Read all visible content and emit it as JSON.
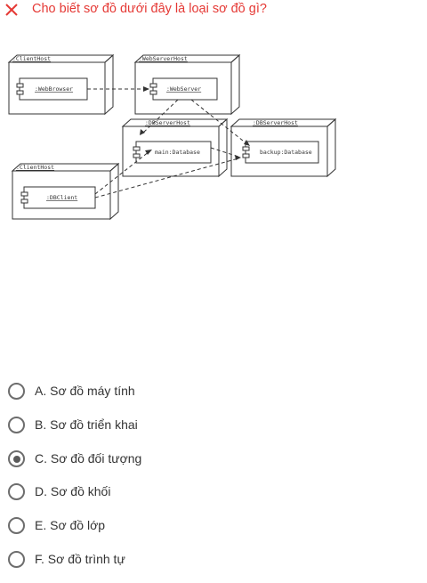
{
  "question": "Cho biết sơ đồ dưới đây là loại sơ đồ gì?",
  "colors": {
    "accent": "#e53935",
    "radio": "#6d6d6d",
    "text": "#333333"
  },
  "diagram": {
    "nodes": [
      {
        "title": ":ClientHost",
        "component": ":WebBrowser"
      },
      {
        "title": ":WebServerHost",
        "component": ":WebServer"
      },
      {
        "title": ":DBServerHost",
        "component": "main:Database"
      },
      {
        "title": ":DBServerHost",
        "component": "backup:Database"
      },
      {
        "title": ":ClientHost",
        "component": ":DBClient"
      }
    ]
  },
  "options": [
    {
      "label": "A. Sơ đồ máy tính",
      "selected": false
    },
    {
      "label": "B. Sơ đồ triển khai",
      "selected": false
    },
    {
      "label": "C. Sơ đồ đối tượng",
      "selected": true
    },
    {
      "label": "D. Sơ đồ khối",
      "selected": false
    },
    {
      "label": "E. Sơ đồ lớp",
      "selected": false
    },
    {
      "label": "F. Sơ đồ trình tự",
      "selected": false
    }
  ]
}
